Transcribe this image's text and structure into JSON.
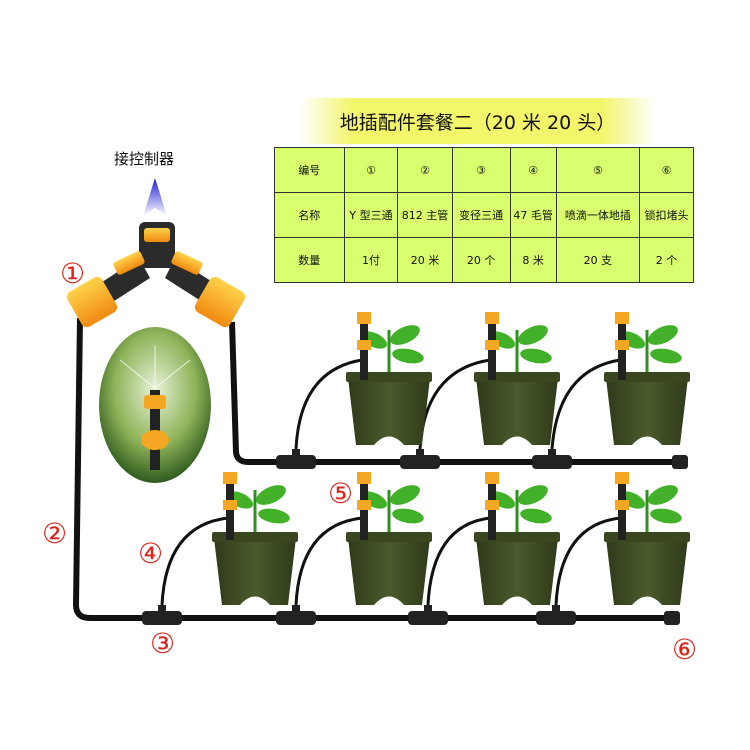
{
  "title": "地插配件套餐二（20 米 20 头）",
  "controller_label": "接控制器",
  "table": {
    "rows": [
      {
        "header": "编号",
        "cells": [
          "①",
          "②",
          "③",
          "④",
          "⑤",
          "⑥"
        ]
      },
      {
        "header": "名称",
        "cells": [
          "Y 型三通",
          "812 主管",
          "变径三通",
          "47 毛管",
          "喷滴一体地插",
          "锁扣堵头"
        ]
      },
      {
        "header": "数量",
        "cells": [
          "1付",
          "20 米",
          "20 个",
          "8 米",
          "20 支",
          "2 个"
        ]
      }
    ]
  },
  "callouts": {
    "c1": "①",
    "c2": "②",
    "c3": "③",
    "c4": "④",
    "c5": "⑤",
    "c6": "⑥"
  },
  "colors": {
    "callout": "#d8261b",
    "table_bg": "#d9ff6e",
    "title_band": "#f3f56a",
    "pot": "#3e4a24",
    "leaf": "#43b02a",
    "fitting": "#f5a623",
    "pipe": "#111111",
    "arrow": "#2b2bd6"
  }
}
